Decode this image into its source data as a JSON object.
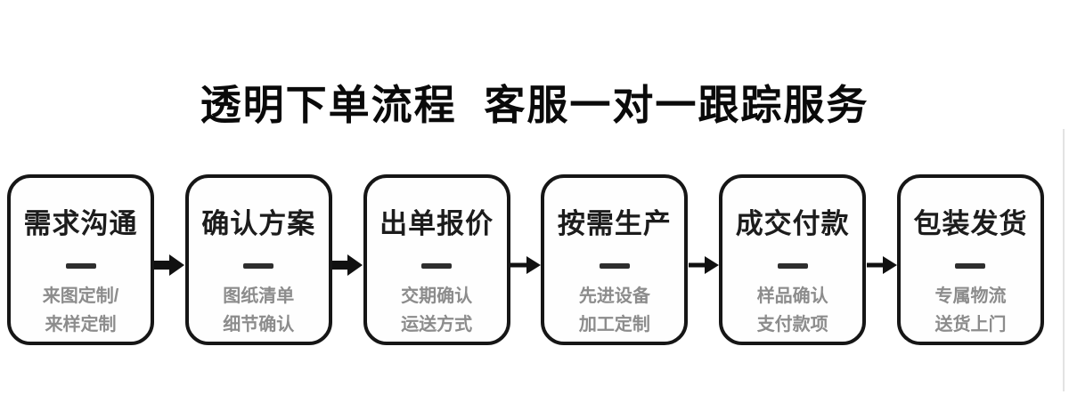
{
  "header": {
    "title": "透明下单流程 客服一对一跟踪服务"
  },
  "flow": {
    "steps": [
      {
        "title": "需求沟通",
        "subtitle_lines": [
          "来图定制/",
          "来样定制"
        ]
      },
      {
        "title": "确认方案",
        "subtitle_lines": [
          "图纸清单",
          "细节确认"
        ]
      },
      {
        "title": "出单报价",
        "subtitle_lines": [
          "交期确认",
          "运送方式"
        ]
      },
      {
        "title": "按需生产",
        "subtitle_lines": [
          "先进设备",
          "加工定制"
        ]
      },
      {
        "title": "成交付款",
        "subtitle_lines": [
          "样品确认",
          "支付款项"
        ]
      },
      {
        "title": "包装发货",
        "subtitle_lines": [
          "专属物流",
          "送货上门"
        ]
      }
    ],
    "arrows": [
      {
        "icon": "arrow-right-icon",
        "style": "block"
      },
      {
        "icon": "arrow-right-icon",
        "style": "block"
      },
      {
        "icon": "arrow-right-icon",
        "style": "thin"
      },
      {
        "icon": "arrow-right-icon",
        "style": "thin"
      },
      {
        "icon": "arrow-right-icon",
        "style": "thin"
      }
    ]
  },
  "colors": {
    "title_text": "#0a0a0a",
    "box_border": "#161616",
    "box_title": "#1c1c1c",
    "divider_dash": "#2e2e2e",
    "subtitle_text": "#8c8c8c",
    "arrow": "#111111",
    "right_edge_line": "#e3e3e3"
  }
}
